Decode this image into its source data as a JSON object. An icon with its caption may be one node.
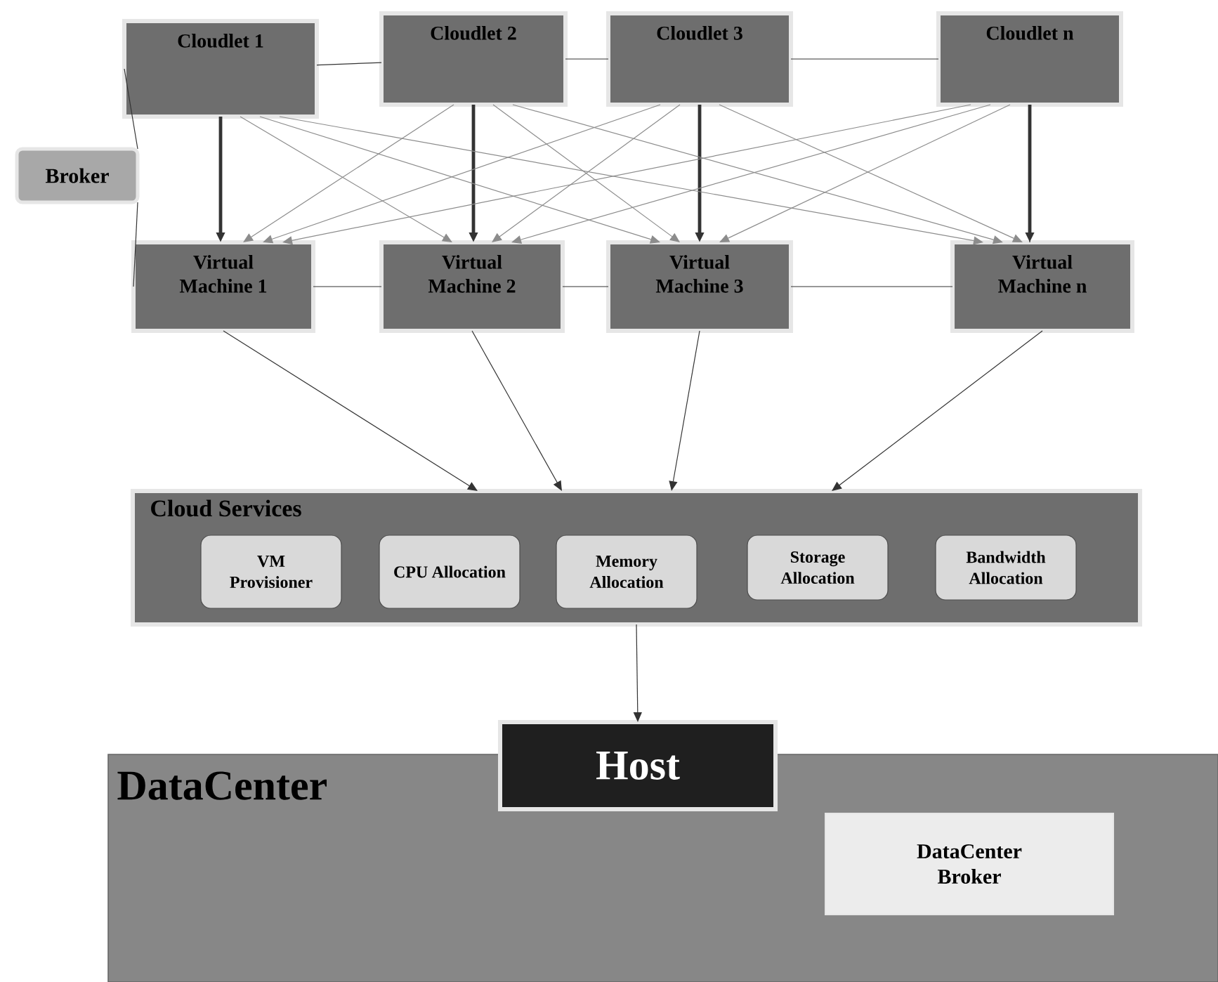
{
  "diagram": {
    "nodes": [
      {
        "text": [
          "Broker"
        ]
      },
      {
        "text": [
          "Cloudlet 1"
        ]
      },
      {
        "text": [
          "Cloudlet 2"
        ]
      },
      {
        "text": [
          "Cloudlet 3"
        ]
      },
      {
        "text": [
          "Cloudlet n"
        ]
      },
      {
        "text": [
          "Virtual Machine 1"
        ]
      },
      {
        "text": [
          "Virtual Machine 2"
        ]
      },
      {
        "text": [
          "Virtual Machine 3"
        ]
      },
      {
        "text": [
          "Virtual Machine n"
        ]
      },
      {
        "text": [
          "Cloud Services"
        ]
      },
      {
        "text": [
          "VM Provisioner"
        ],
        "in": 9
      },
      {
        "text": [
          "CPU Allocation"
        ],
        "in": 9
      },
      {
        "text": [
          "Memory Allocation"
        ],
        "in": 9
      },
      {
        "text": [
          "Storage Allocation"
        ],
        "in": 9
      },
      {
        "text": [
          "Bandwidth Allocation"
        ],
        "in": 9
      },
      {
        "text": [
          "DataCenter"
        ]
      },
      {
        "text": [
          "Host"
        ]
      },
      {
        "text": [
          "DataCenter Broker"
        ],
        "in": 15
      }
    ],
    "edges": [
      {
        "from": 0,
        "to": 1,
        "arrow": "none"
      },
      {
        "from": 0,
        "to": 5,
        "arrow": "none"
      },
      {
        "from": 1,
        "to": 2,
        "arrow": "none"
      },
      {
        "from": 2,
        "to": 3,
        "arrow": "none"
      },
      {
        "from": 3,
        "to": 4,
        "arrow": "none"
      },
      {
        "from": 4,
        "to": 8,
        "arrow": "none"
      },
      {
        "from": 5,
        "to": 6,
        "arrow": "none"
      },
      {
        "from": 6,
        "to": 7,
        "arrow": "none"
      },
      {
        "from": 7,
        "to": 8,
        "arrow": "none"
      },
      {
        "from": 1,
        "to": 5,
        "arrow": "to",
        "style": "thick"
      },
      {
        "from": 2,
        "to": 6,
        "arrow": "to",
        "style": "thick"
      },
      {
        "from": 3,
        "to": 7,
        "arrow": "to",
        "style": "thick"
      },
      {
        "from": 4,
        "to": 8,
        "arrow": "to",
        "style": "thick"
      },
      {
        "from": 1,
        "to": 6,
        "arrow": "to",
        "color": "#8c8c8c"
      },
      {
        "from": 1,
        "to": 7,
        "arrow": "to",
        "color": "#8c8c8c"
      },
      {
        "from": 1,
        "to": 8,
        "arrow": "to",
        "color": "#8c8c8c"
      },
      {
        "from": 2,
        "to": 5,
        "arrow": "to",
        "color": "#8c8c8c"
      },
      {
        "from": 2,
        "to": 7,
        "arrow": "to",
        "color": "#8c8c8c"
      },
      {
        "from": 2,
        "to": 8,
        "arrow": "to",
        "color": "#8c8c8c"
      },
      {
        "from": 3,
        "to": 5,
        "arrow": "to",
        "color": "#8c8c8c"
      },
      {
        "from": 3,
        "to": 6,
        "arrow": "to",
        "color": "#8c8c8c"
      },
      {
        "from": 3,
        "to": 8,
        "arrow": "to",
        "color": "#8c8c8c"
      },
      {
        "from": 4,
        "to": 5,
        "arrow": "to",
        "color": "#8c8c8c"
      },
      {
        "from": 4,
        "to": 6,
        "arrow": "to",
        "color": "#8c8c8c"
      },
      {
        "from": 4,
        "to": 7,
        "arrow": "to",
        "color": "#8c8c8c"
      },
      {
        "from": 5,
        "to": 9,
        "arrow": "to"
      },
      {
        "from": 6,
        "to": 9,
        "arrow": "to"
      },
      {
        "from": 7,
        "to": 9,
        "arrow": "to"
      },
      {
        "from": 8,
        "to": 9,
        "arrow": "to"
      },
      {
        "from": 9,
        "to": 16,
        "arrow": "to"
      }
    ]
  }
}
